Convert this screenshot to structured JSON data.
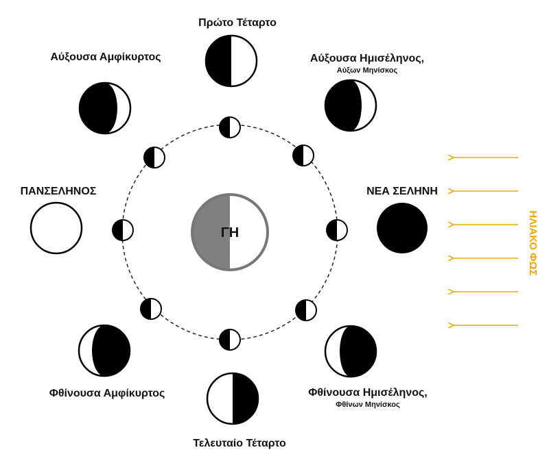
{
  "earth": {
    "label": "ΓΗ",
    "night_color": "#808080"
  },
  "sunlight": {
    "label": "ΗΛΙΑΚΟ ΦΩΣ",
    "color": "#f0a500",
    "arrow_count": 6
  },
  "phases": [
    {
      "id": "first-quarter",
      "label": "Πρώτο Τέταρτο",
      "sublabel": ""
    },
    {
      "id": "waxing-gibbous",
      "label": "Αύξουσα Αμφίκυρτος",
      "sublabel": ""
    },
    {
      "id": "waxing-crescent",
      "label": "Αύξουσα Ημισέληνος,",
      "sublabel": "Αύξων Μηνίσκος"
    },
    {
      "id": "full-moon",
      "label": "ΠΑΝΣΕΛΗΝΟΣ",
      "sublabel": ""
    },
    {
      "id": "new-moon",
      "label": "ΝΕΑ ΣΕΛΗΝΗ",
      "sublabel": ""
    },
    {
      "id": "waning-gibbous",
      "label": "Φθίνουσα Αμφίκυρτος",
      "sublabel": ""
    },
    {
      "id": "waning-crescent",
      "label": "Φθίνουσα Ημισέληνος,",
      "sublabel": "Φθίνων Μηνίσκος"
    },
    {
      "id": "last-quarter",
      "label": "Τελευταίο Τέταρτο",
      "sublabel": ""
    }
  ]
}
